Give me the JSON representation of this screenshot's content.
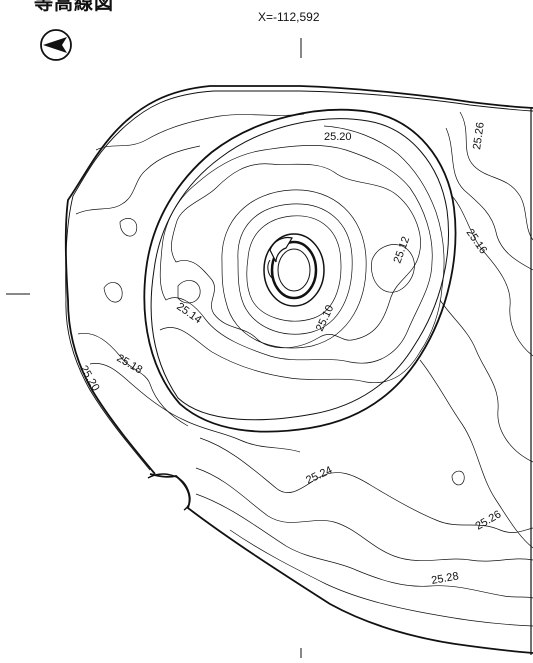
{
  "title": "等高線図",
  "coordinate_label": "X=-112,592",
  "contour_labels": {
    "l2520_top": "25.20",
    "l2526_top": "25.26",
    "l2516": "25.16",
    "l2512": "25.12",
    "l2514": "25.14",
    "l2510": "25.10",
    "l2518": "25.18",
    "l2520_left": "25.20",
    "l2524": "25.24",
    "l2526_bottom": "25.26",
    "l2528": "25.28"
  },
  "icons": {
    "north_arrow": "north-arrow-icon"
  }
}
